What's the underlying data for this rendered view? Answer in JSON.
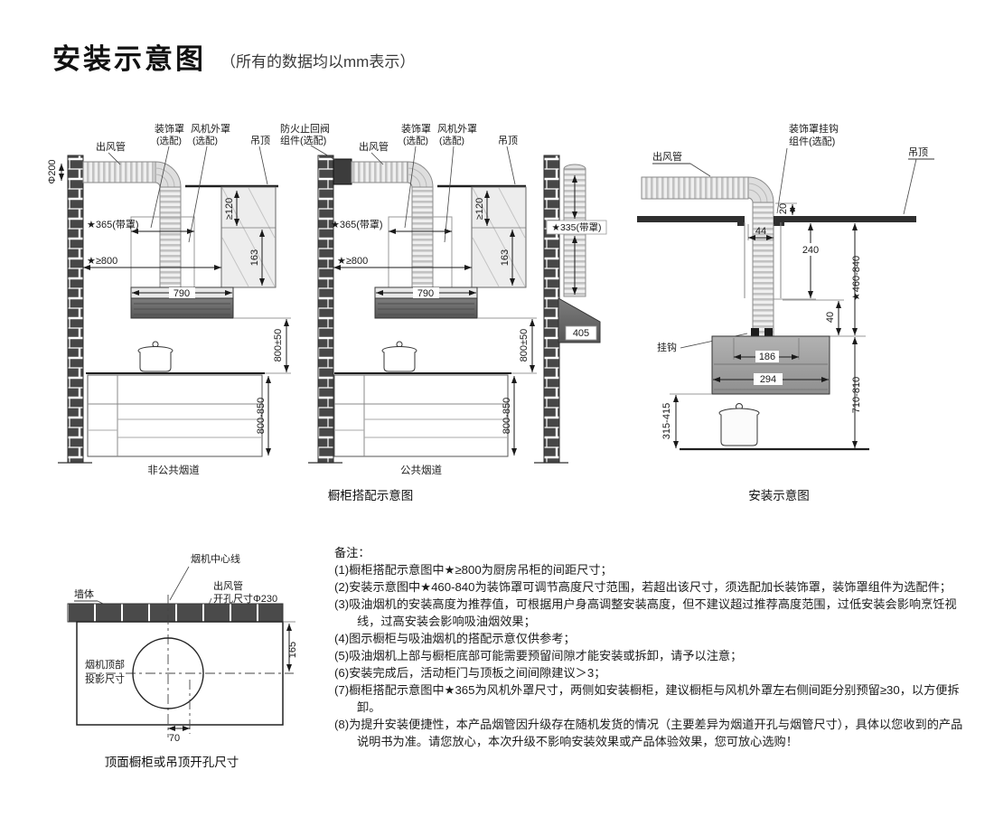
{
  "header": {
    "title": "安装示意图",
    "subtitle": "（所有的数据均以mm表示）"
  },
  "captions": {
    "cabinet_diagram": "橱柜搭配示意图",
    "install_diagram": "安装示意图",
    "cutout_diagram": "顶面橱柜或吊顶开孔尺寸"
  },
  "d1": {
    "duct": "出风管",
    "deco": "装饰罩",
    "fan": "风机外罩",
    "opt1": "(选配)",
    "opt2": "(选配)",
    "ceiling": "吊顶",
    "phi": "Φ200",
    "w365": "★365(带罩)",
    "w800": "★≥800",
    "h120": "≥120",
    "h163": "163",
    "w790": "790",
    "h800pm": "800±50",
    "h800850": "800-850",
    "caption": "非公共烟道"
  },
  "d2": {
    "valve1": "防火止回阀",
    "valve2": "组件(选配)",
    "duct": "出风管",
    "deco": "装饰罩",
    "fan": "风机外罩",
    "opt1": "(选配)",
    "opt2": "(选配)",
    "ceiling": "吊顶",
    "w365": "★365(带罩)",
    "w800": "★≥800",
    "h120": "≥120",
    "h163": "163",
    "w790": "790",
    "h800pm": "800±50",
    "h800850": "800-850",
    "caption": "公共烟道"
  },
  "d3": {
    "w335": "★335(带罩)",
    "h405": "405"
  },
  "d4": {
    "duct": "出风管",
    "hook1": "装饰罩挂钩",
    "hook2": "组件(选配)",
    "ceiling": "吊顶",
    "n20": "20",
    "n44": "44",
    "n240": "240",
    "n460": "★460-840",
    "n40": "40",
    "hook": "挂钩",
    "n186": "186",
    "n294": "294",
    "n710": "710-810",
    "n315": "315-415"
  },
  "d5": {
    "centerline": "烟机中心线",
    "duct1": "出风管",
    "duct2": "开孔尺寸Φ230",
    "wall": "墙体",
    "proj1": "烟机顶部",
    "proj2": "投影尺寸",
    "n165": "165",
    "n70": "70"
  },
  "notes": {
    "title": "备注：",
    "items": [
      "(1)橱柜搭配示意图中★≥800为厨房吊柜的间距尺寸；",
      "(2)安装示意图中★460-840为装饰罩可调节高度尺寸范围，若超出该尺寸，须选配加长装饰罩，装饰罩组件为选配件；",
      "(3)吸油烟机的安装高度为推荐值，可根据用户身高调整安装高度，但不建议超过推荐高度范围，过低安装会影响烹饪视线，过高安装会影响吸油烟效果；",
      "(4)图示橱柜与吸油烟机的搭配示意仅供参考；",
      "(5)吸油烟机上部与橱柜底部可能需要预留间隙才能安装或拆卸，请予以注意；",
      "(6)安装完成后，活动柜门与顶板之间间隙建议＞3；",
      "(7)橱柜搭配示意图中★365为风机外罩尺寸，两侧如安装橱柜，建议橱柜与风机外罩左右侧间距分别预留≥30，以方便拆卸。",
      "(8)为提升安装便捷性，本产品烟管因升级存在随机发货的情况（主要差异为烟道开孔与烟管尺寸），具体以您收到的产品说明书为准。请您放心，本次升级不影响安装效果或产品体验效果，您可放心选购！"
    ]
  }
}
